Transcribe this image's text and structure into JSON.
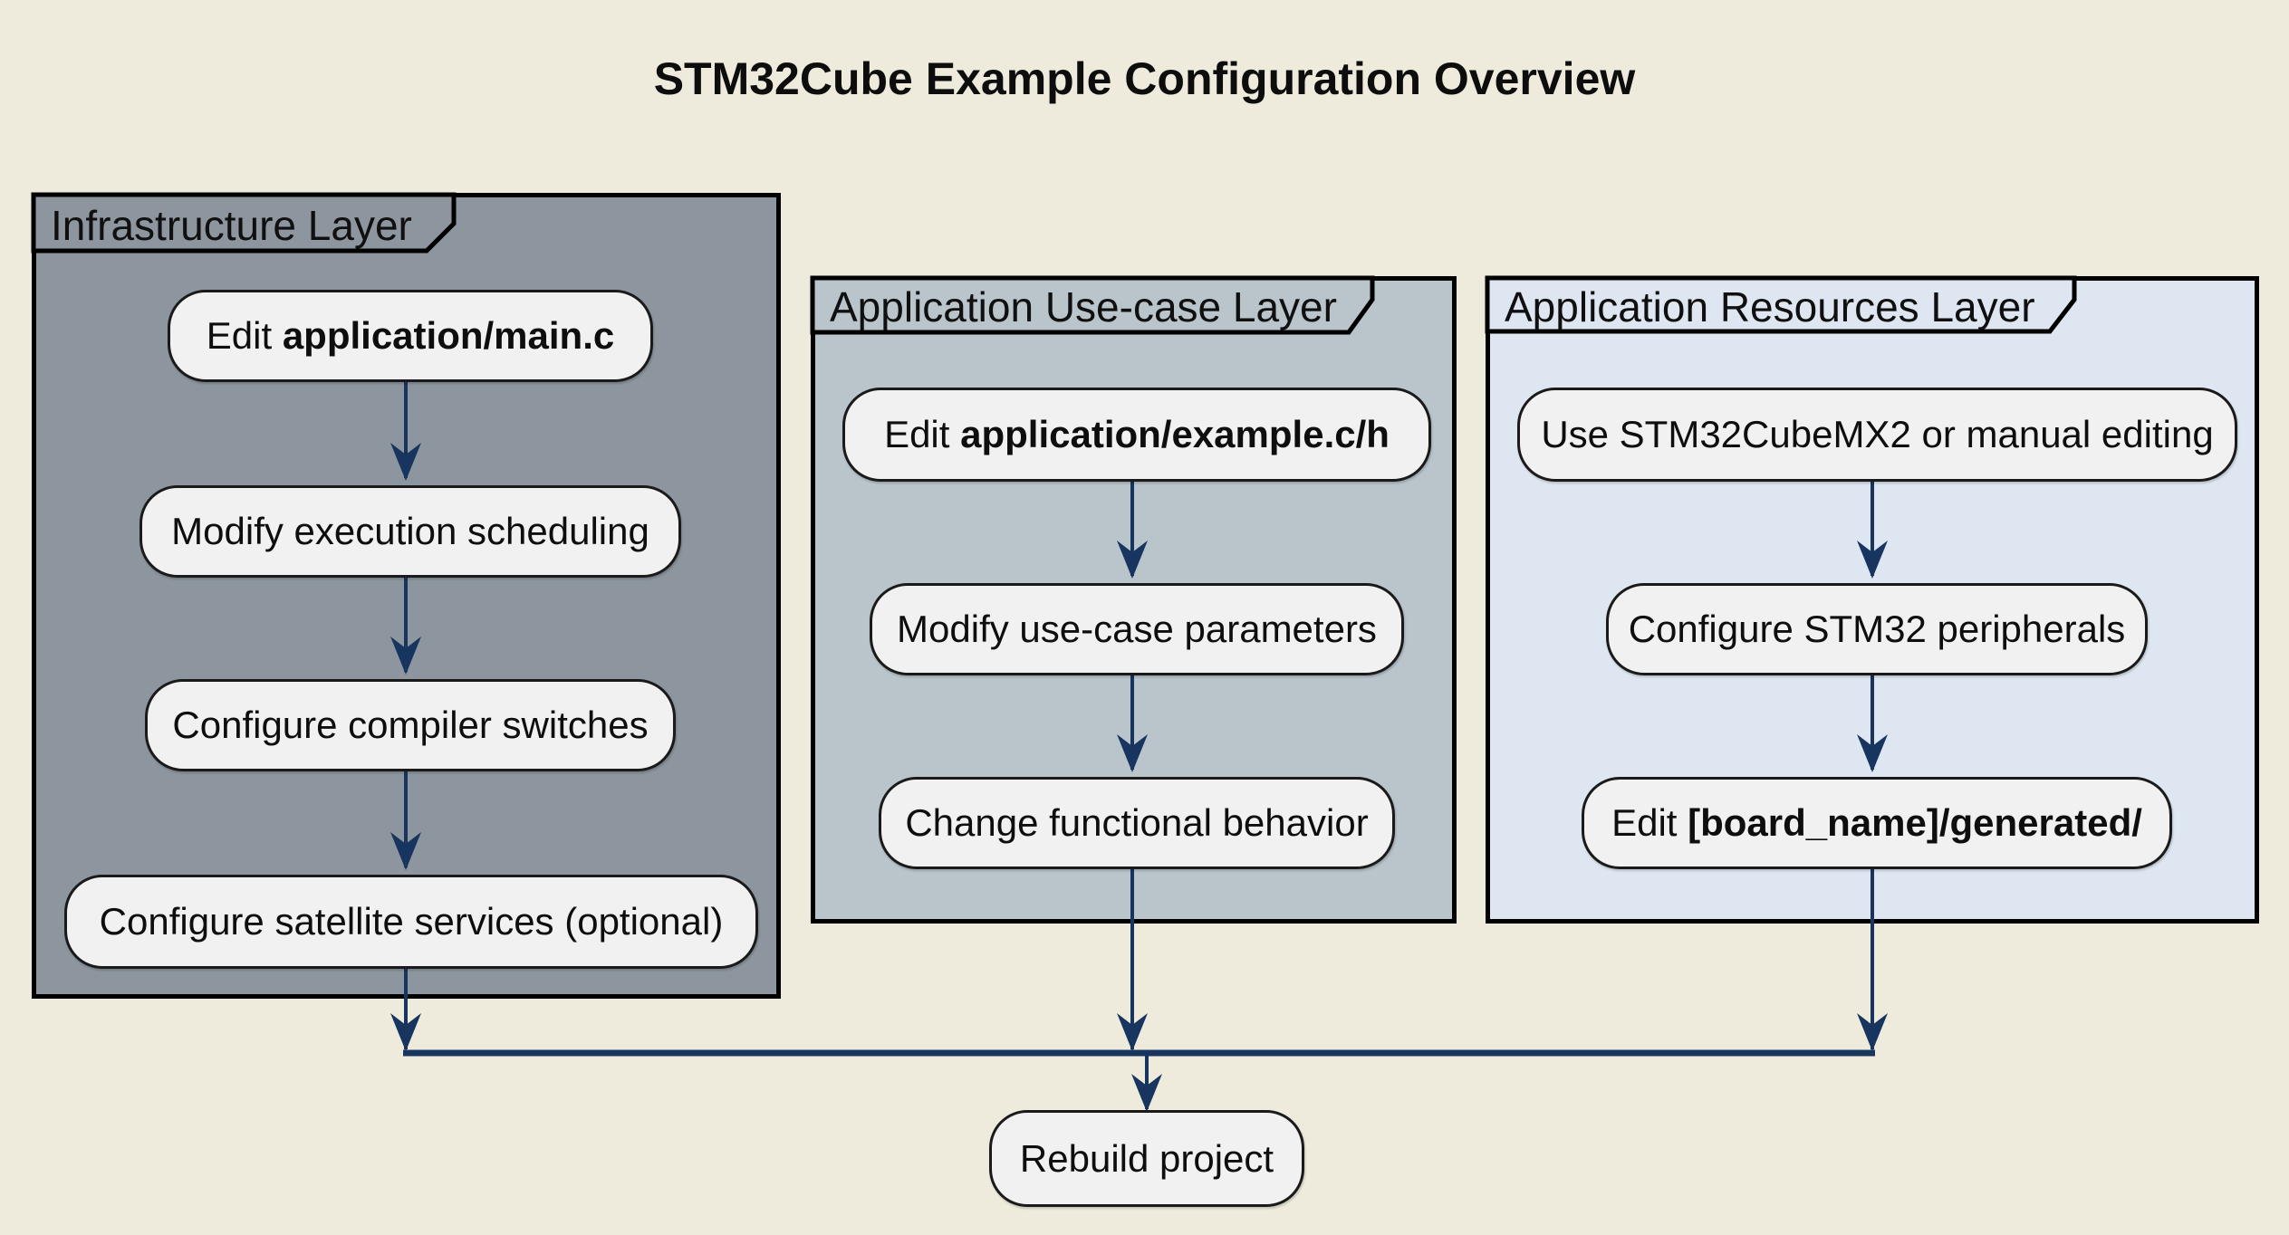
{
  "title": "STM32Cube Example Configuration Overview",
  "colors": {
    "background": "#EEEBDC",
    "infrastructure_fill": "#8D969E",
    "usecase_fill": "#B9C4CB",
    "resources_fill": "#DEE7F1",
    "node_fill": "#F1F1F1",
    "node_border": "#1A1A1A",
    "box_border": "#000000",
    "arrow": "#17355F",
    "text": "#111111"
  },
  "layers": [
    {
      "label": "Infrastructure Layer",
      "nodes": [
        {
          "prefix": "Edit ",
          "bold": "application/main.c"
        },
        {
          "label": "Modify execution scheduling"
        },
        {
          "label": "Configure compiler switches"
        },
        {
          "label": "Configure satellite services (optional)"
        }
      ]
    },
    {
      "label": "Application Use-case Layer",
      "nodes": [
        {
          "prefix": "Edit ",
          "bold": "application/example.c/h"
        },
        {
          "label": "Modify use-case parameters"
        },
        {
          "label": "Change functional behavior"
        }
      ]
    },
    {
      "label": "Application Resources Layer",
      "nodes": [
        {
          "label": "Use STM32CubeMX2 or manual editing"
        },
        {
          "label": "Configure STM32 peripherals"
        },
        {
          "prefix": "Edit ",
          "bold": "[board_name]/generated/"
        }
      ]
    }
  ],
  "final_node": {
    "label": "Rebuild project"
  }
}
